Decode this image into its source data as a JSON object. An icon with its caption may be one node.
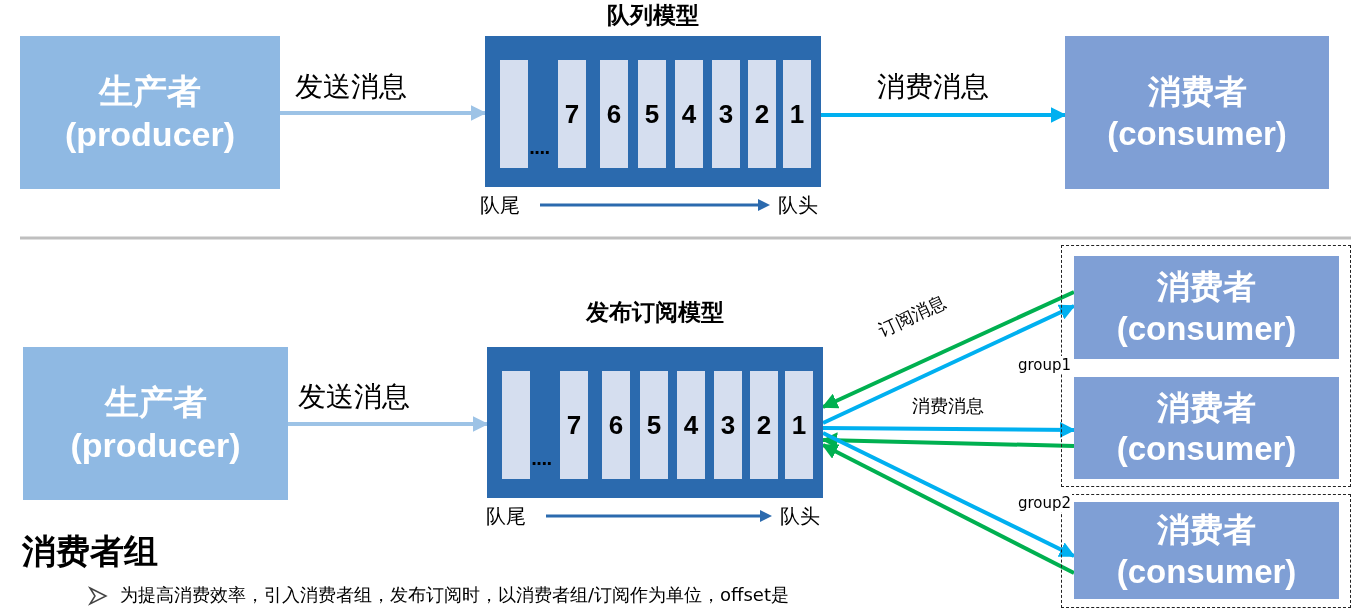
{
  "diagram": {
    "nodes": [
      {
        "text": [
          "生产者 (producer)"
        ]
      },
      {
        "text": [
          "队列模型"
        ]
      },
      {
        "text": [],
        "shape": "bar",
        "in": 1
      },
      {
        "text": [
          "7"
        ],
        "in": 1
      },
      {
        "text": [
          "6"
        ],
        "in": 1
      },
      {
        "text": [
          "5"
        ],
        "in": 1
      },
      {
        "text": [
          "4"
        ],
        "in": 1
      },
      {
        "text": [
          "3"
        ],
        "in": 1
      },
      {
        "text": [
          "2"
        ],
        "in": 1
      },
      {
        "text": [
          "1"
        ],
        "in": 1
      },
      {
        "text": [
          "消费者 (consumer)"
        ]
      },
      {
        "text": [
          "生产者 (producer)"
        ]
      },
      {
        "text": [
          "发布订阅模型"
        ]
      },
      {
        "text": [],
        "shape": "bar",
        "in": 12
      },
      {
        "text": [
          "7"
        ],
        "in": 12
      },
      {
        "text": [
          "6"
        ],
        "in": 12
      },
      {
        "text": [
          "5"
        ],
        "in": 12
      },
      {
        "text": [
          "4"
        ],
        "in": 12
      },
      {
        "text": [
          "3"
        ],
        "in": 12
      },
      {
        "text": [
          "2"
        ],
        "in": 12
      },
      {
        "text": [
          "1"
        ],
        "in": 12
      },
      {
        "text": [],
        "shape": "box",
        "beside": [
          "group1"
        ]
      },
      {
        "text": [
          "消费者 (consumer)"
        ],
        "in": 21
      },
      {
        "text": [
          "消费者 (consumer)"
        ],
        "in": 21
      },
      {
        "text": [],
        "shape": "box",
        "beside": [
          "group2"
        ]
      },
      {
        "text": [
          "消费者 (consumer)"
        ],
        "in": 24
      }
    ],
    "edges": [
      {
        "from": 0,
        "to": 1,
        "arrow": "to",
        "label": "发送消息",
        "color": "#9dc3e6"
      },
      {
        "from": 1,
        "to": 10,
        "arrow": "to",
        "label": "消费消息",
        "color": "#00b0f0"
      },
      {
        "from": 11,
        "to": 12,
        "arrow": "to",
        "label": "发送消息",
        "color": "#9dc3e6"
      },
      {
        "from": 22,
        "to": 12,
        "arrow": "to",
        "label": "订阅消息",
        "color": "#00b050"
      },
      {
        "from": 12,
        "to": 22,
        "arrow": "to",
        "color": "#00b0f0"
      },
      {
        "from": 12,
        "to": 23,
        "arrow": "to",
        "label": "消费消息",
        "color": "#00b0f0"
      },
      {
        "from": 23,
        "to": 12,
        "arrow": "to",
        "color": "#00b050"
      },
      {
        "from": 12,
        "to": 25,
        "arrow": "to",
        "color": "#00b0f0"
      },
      {
        "from": 25,
        "to": 12,
        "arrow": "to",
        "color": "#00b050"
      }
    ],
    "labels": [
      "....",
      "队尾",
      "队头",
      "....",
      "队尾",
      "队头",
      "消费者组",
      "为提高消费效率，引入消费者组，发布订阅时，以消费者组/订阅作为单位，offset是"
    ]
  }
}
